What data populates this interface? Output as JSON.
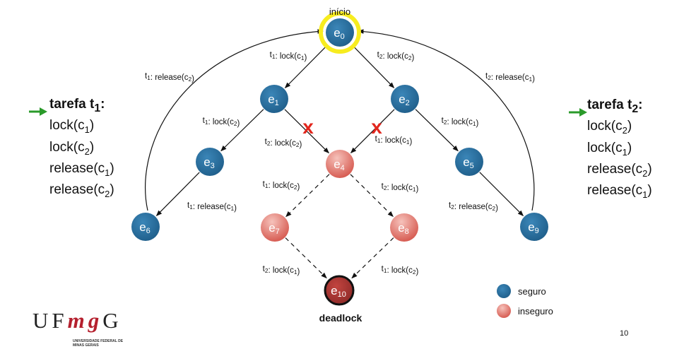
{
  "diagram": {
    "start_label": "início",
    "end_label": "deadlock",
    "colors": {
      "safe": "#2a6e9c",
      "unsafe_top": "#f0a79e",
      "unsafe_bottom": "#d7544a",
      "deadlock": "#a43532",
      "highlight": "#f7ec1f",
      "blocked_mark": "#e2261c",
      "indicator": "#2a9a2a"
    },
    "nodes": [
      {
        "id": "e0",
        "base": "e",
        "sub": "0",
        "state": "safe"
      },
      {
        "id": "e1",
        "base": "e",
        "sub": "1",
        "state": "safe"
      },
      {
        "id": "e2",
        "base": "e",
        "sub": "2",
        "state": "safe"
      },
      {
        "id": "e3",
        "base": "e",
        "sub": "3",
        "state": "safe"
      },
      {
        "id": "e4",
        "base": "e",
        "sub": "4",
        "state": "unsafe"
      },
      {
        "id": "e5",
        "base": "e",
        "sub": "5",
        "state": "safe"
      },
      {
        "id": "e6",
        "base": "e",
        "sub": "6",
        "state": "safe"
      },
      {
        "id": "e7",
        "base": "e",
        "sub": "7",
        "state": "unsafe"
      },
      {
        "id": "e8",
        "base": "e",
        "sub": "8",
        "state": "unsafe"
      },
      {
        "id": "e9",
        "base": "e",
        "sub": "9",
        "state": "safe"
      },
      {
        "id": "e10",
        "base": "e",
        "sub": "10",
        "state": "deadlock"
      }
    ],
    "edges": [
      {
        "from": "e0",
        "to": "e1",
        "label": "t1: lock(c1)"
      },
      {
        "from": "e0",
        "to": "e2",
        "label": "t2: lock(c2)"
      },
      {
        "from": "e1",
        "to": "e3",
        "label": "t1: lock(c2)"
      },
      {
        "from": "e1",
        "to": "e4",
        "label": "t2: lock(c2)",
        "blocked": true
      },
      {
        "from": "e2",
        "to": "e4",
        "label": "t1: lock(c1)",
        "blocked": true
      },
      {
        "from": "e2",
        "to": "e5",
        "label": "t2: lock(c1)"
      },
      {
        "from": "e3",
        "to": "e6",
        "label": "t1: release(c1)"
      },
      {
        "from": "e5",
        "to": "e9",
        "label": "t2: release(c2)"
      },
      {
        "from": "e6",
        "to": "e0",
        "label": "t1: release(c2)"
      },
      {
        "from": "e9",
        "to": "e0",
        "label": "t2: release(c1)"
      },
      {
        "from": "e4",
        "to": "e7",
        "label": "t1: lock(c2)",
        "dashed": true
      },
      {
        "from": "e4",
        "to": "e8",
        "label": "t2: lock(c1)",
        "dashed": true
      },
      {
        "from": "e7",
        "to": "e10",
        "label": "t2: lock(c1)",
        "dashed": true
      },
      {
        "from": "e8",
        "to": "e10",
        "label": "t1: lock(c2)",
        "dashed": true
      }
    ],
    "legend": [
      {
        "label": "seguro",
        "state": "safe"
      },
      {
        "label": "inseguro",
        "state": "unsafe"
      }
    ]
  },
  "task1": {
    "title_base": "tarefa t",
    "title_sub": "1",
    "title_suffix": ":",
    "lines": [
      {
        "pre": "lock(c",
        "sub": "1",
        "post": ")"
      },
      {
        "pre": "lock(c",
        "sub": "2",
        "post": ")"
      },
      {
        "pre": "release(c",
        "sub": "1",
        "post": ")"
      },
      {
        "pre": "release(c",
        "sub": "2",
        "post": ")"
      }
    ]
  },
  "task2": {
    "title_base": "tarefa t",
    "title_sub": "2",
    "title_suffix": ":",
    "lines": [
      {
        "pre": "lock(c",
        "sub": "2",
        "post": ")"
      },
      {
        "pre": "lock(c",
        "sub": "1",
        "post": ")"
      },
      {
        "pre": "release(c",
        "sub": "2",
        "post": ")"
      },
      {
        "pre": "release(c",
        "sub": "1",
        "post": ")"
      }
    ]
  },
  "logo": {
    "letters_a": "UF",
    "letters_b": "mg",
    "letters_c": "G",
    "subtitle": "UNIVERSIDADE FEDERAL DE MINAS GERAIS"
  },
  "page_number": "10"
}
